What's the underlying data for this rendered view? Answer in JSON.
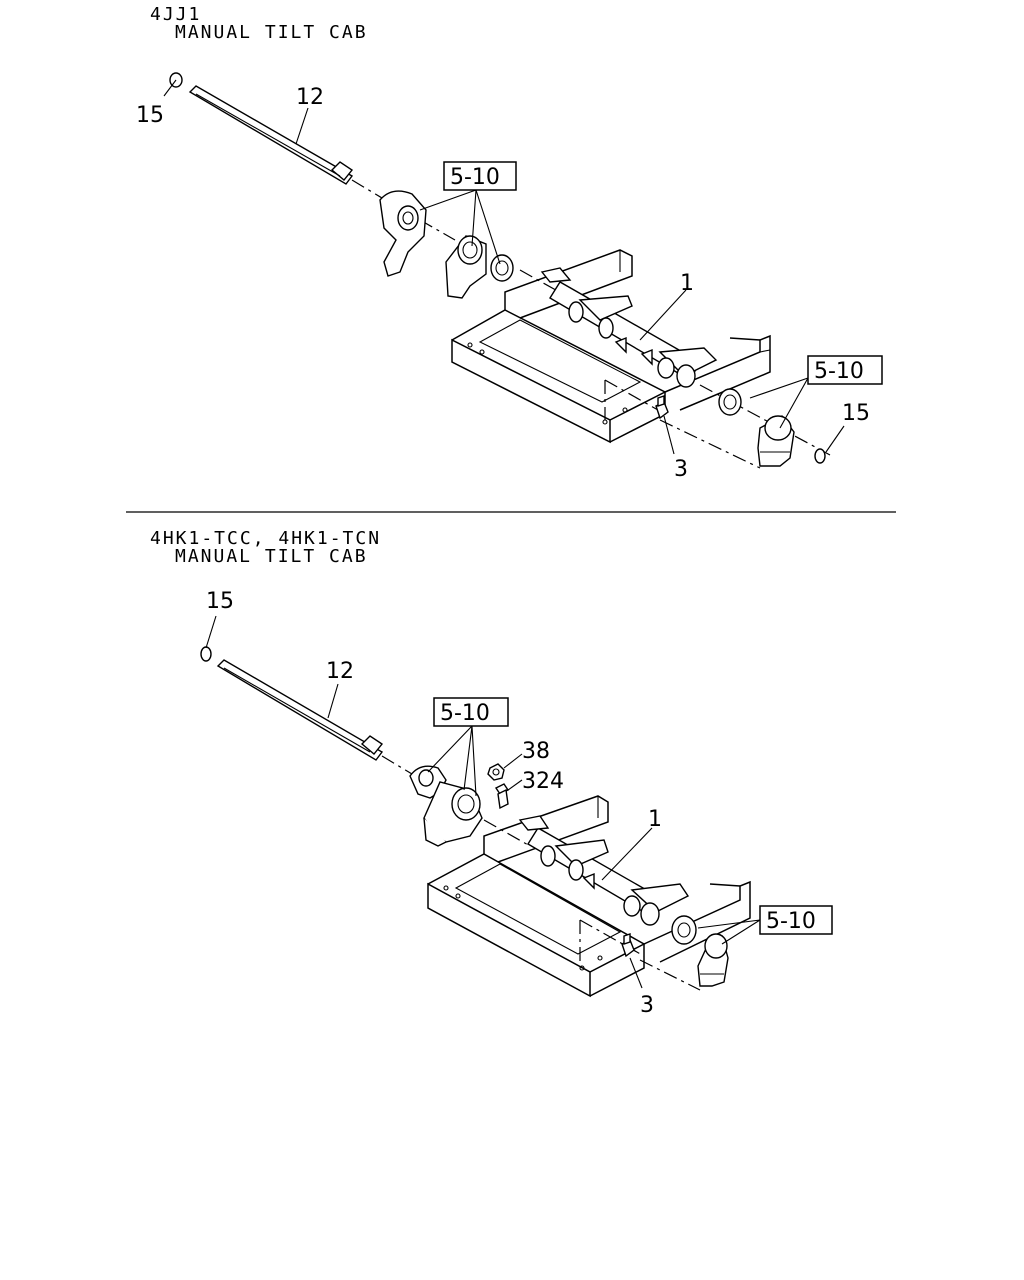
{
  "sections": [
    {
      "engine": "4JJ1",
      "subtitle": "MANUAL TILT CAB",
      "callouts": {
        "washer": "15",
        "shaft": "12",
        "bushing_group": "5-10",
        "crossmember": "1",
        "bushing_group_right": "5-10",
        "washer_right": "15",
        "grease_nipple": "3"
      }
    },
    {
      "engine": "4HK1-TCC, 4HK1-TCN",
      "subtitle": "MANUAL TILT CAB",
      "callouts": {
        "washer": "15",
        "shaft": "12",
        "bushing_group": "5-10",
        "nut": "38",
        "bolt": "324",
        "crossmember": "1",
        "bushing_group_right": "5-10",
        "grease_nipple": "3"
      }
    }
  ]
}
